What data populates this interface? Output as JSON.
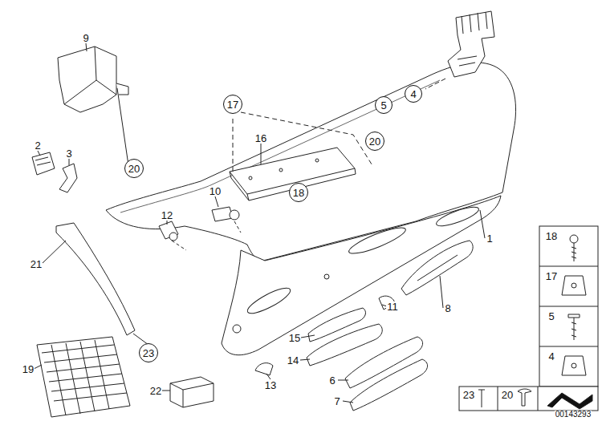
{
  "diagram": {
    "nodes": [
      {
        "text": [
          "20"
        ]
      },
      {
        "text": [
          "17"
        ]
      },
      {
        "text": [
          "18"
        ]
      },
      {
        "text": [
          "4"
        ]
      },
      {
        "text": [
          "5"
        ]
      },
      {
        "text": [
          "20"
        ]
      },
      {
        "text": [
          "23"
        ]
      }
    ],
    "labels": [
      "9",
      "2",
      "3",
      "12",
      "10",
      "16",
      "1",
      "21",
      "11",
      "8",
      "15",
      "14",
      "6",
      "7",
      "13",
      "19",
      "22",
      "18",
      "17",
      "5",
      "4",
      "23",
      "20",
      "00143293"
    ]
  }
}
